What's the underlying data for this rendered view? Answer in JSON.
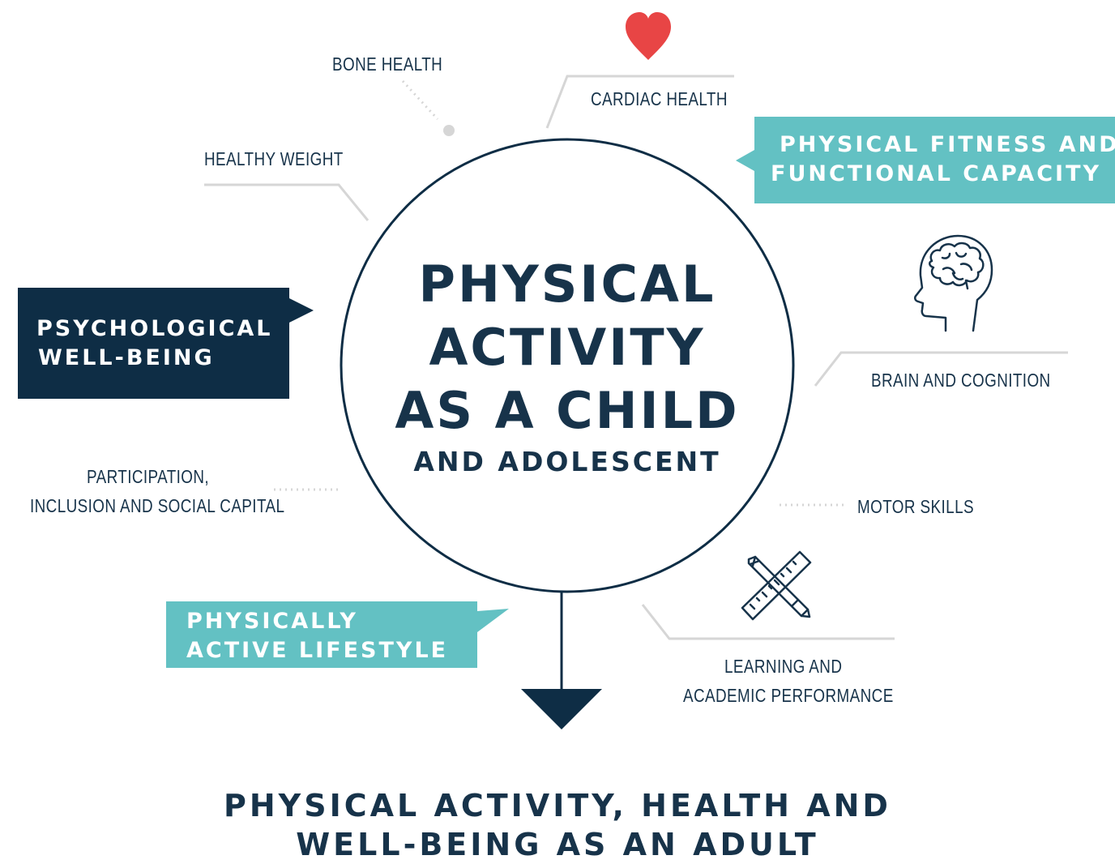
{
  "center": {
    "line1": "PHYSICAL",
    "line2": "ACTIVITY",
    "line3": "AS A CHILD",
    "line4": "AND ADOLESCENT"
  },
  "labels": {
    "bone_health": "BONE HEALTH",
    "cardiac_health": "CARDIAC HEALTH",
    "healthy_weight": "HEALTHY WEIGHT",
    "brain_cognition": "BRAIN AND COGNITION",
    "participation_line1": "PARTICIPATION,",
    "participation_line2": "INCLUSION AND SOCIAL CAPITAL",
    "motor_skills": "MOTOR SKILLS",
    "learning_line1": "LEARNING AND",
    "learning_line2": "ACADEMIC PERFORMANCE"
  },
  "boxes": {
    "fitness_line1": "PHYSICAL FITNESS AND",
    "fitness_line2": "FUNCTIONAL CAPACITY",
    "psych_line1": "PSYCHOLOGICAL",
    "psych_line2": "WELL-BEING",
    "lifestyle_line1": "PHYSICALLY",
    "lifestyle_line2": "ACTIVE LIFESTYLE"
  },
  "bottom": {
    "line1": "PHYSICAL ACTIVITY, HEALTH AND",
    "line2": "WELL-BEING AS AN ADULT"
  },
  "colors": {
    "navy": "#0e2d45",
    "teal": "#63c1c3",
    "heart": "#e84545",
    "line_gray": "#d6d6d6"
  },
  "icons": [
    "heart-icon",
    "head-brain-icon",
    "pencil-ruler-icon"
  ]
}
